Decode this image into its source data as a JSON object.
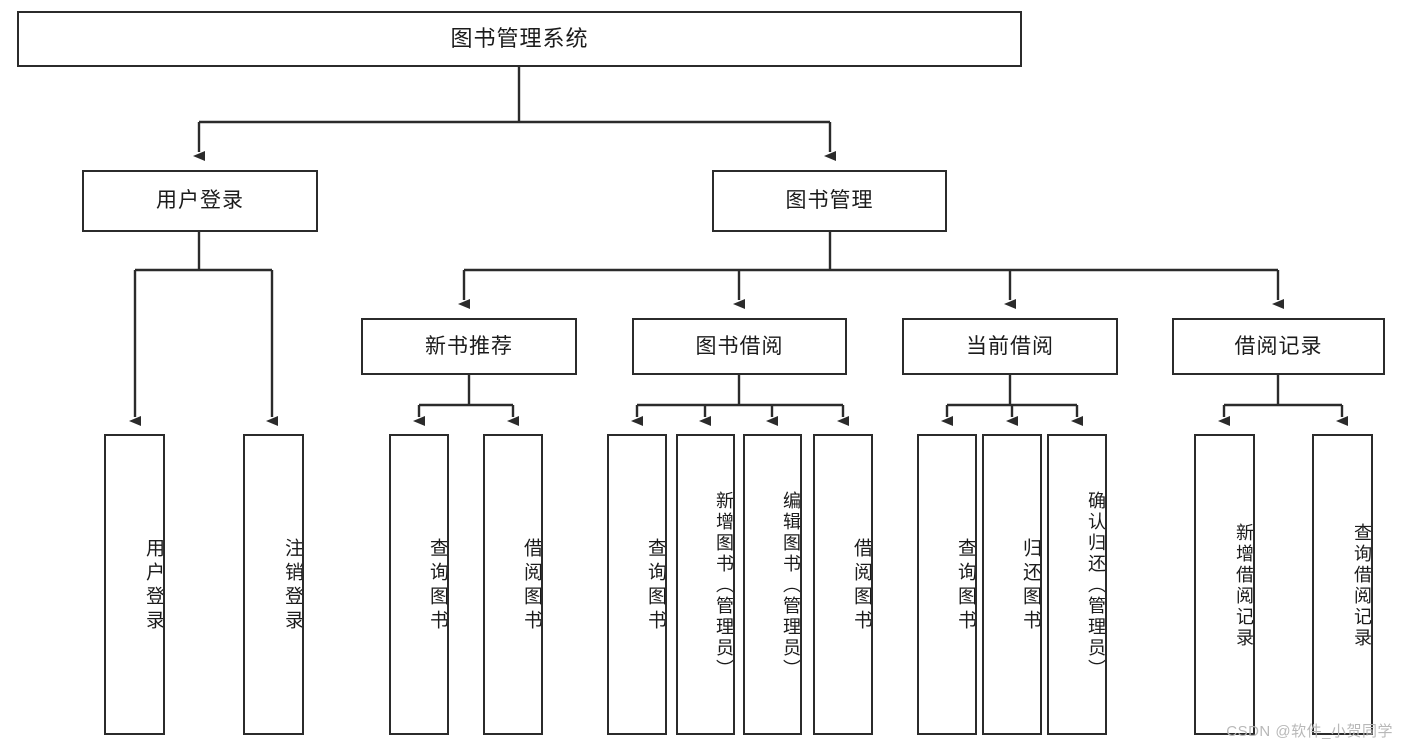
{
  "diagram": {
    "title": "图书管理系统",
    "type": "tree-hierarchy-chart",
    "watermark": "CSDN @软件_小贺同学",
    "colors": {
      "stroke": "#2b2b2b",
      "fill": "#ffffff",
      "text": "#1b1b1b",
      "watermark": "#b8b8b8"
    }
  },
  "nodes": {
    "root": {
      "label": "图书管理系统"
    },
    "level2": [
      {
        "label": "用户登录"
      },
      {
        "label": "图书管理"
      }
    ],
    "level3": [
      {
        "label": "新书推荐"
      },
      {
        "label": "图书借阅"
      },
      {
        "label": "当前借阅"
      },
      {
        "label": "借阅记录"
      }
    ],
    "leaves": {
      "user_login": [
        {
          "label": "用户登录"
        },
        {
          "label": "注销登录"
        }
      ],
      "new_book_recommend": [
        {
          "label": "查询图书"
        },
        {
          "label": "借阅图书"
        }
      ],
      "book_borrow": [
        {
          "label": "查询图书"
        },
        {
          "label": "新增图书（管理员）"
        },
        {
          "label": "编辑图书（管理员）"
        },
        {
          "label": "借阅图书"
        }
      ],
      "current_borrow": [
        {
          "label": "查询图书"
        },
        {
          "label": "归还图书"
        },
        {
          "label": "确认归还（管理员）"
        }
      ],
      "borrow_records": [
        {
          "label": "新增借阅记录"
        },
        {
          "label": "查询借阅记录"
        }
      ]
    }
  }
}
